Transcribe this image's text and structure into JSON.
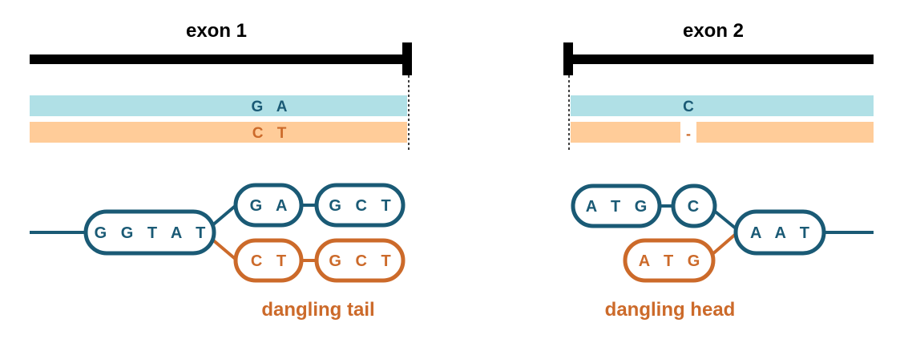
{
  "colors": {
    "exon_bar": "#000000",
    "teal_track": "#b0e0e6",
    "orange_track": "#ffcc99",
    "teal": "#1a5a75",
    "orange": "#cc6a2a"
  },
  "exon1": {
    "title": "exon 1",
    "teal_track_label": "G A",
    "orange_track_label": "C T"
  },
  "exon2": {
    "title": "exon 2",
    "teal_track_label": "C",
    "orange_track_label": "-"
  },
  "graph1": {
    "node_ggtat": "G G T A T",
    "node_ga": "G A",
    "node_gct_top": "G C T",
    "node_ct": "C T",
    "node_gct_bottom": "G C T",
    "caption": "dangling tail"
  },
  "graph2": {
    "node_atg_top": "A T G",
    "node_c": "C",
    "node_aat": "A A T",
    "node_atg_bottom": "A T G",
    "caption": "dangling head"
  }
}
